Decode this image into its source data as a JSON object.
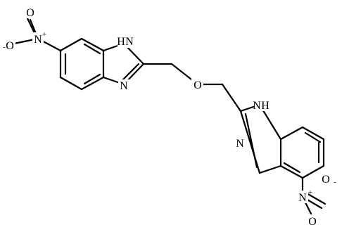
{
  "atom_labels": {
    "nitro_oxygen": "O",
    "nitro_nitrogen": "N",
    "amine": "H",
    "ring_nitrogen": "N",
    "ether_oxygen": "O",
    "negative_charge": "-",
    "positive_charge": "+"
  },
  "colors": {
    "bond": "#000000",
    "text": "#000000",
    "background": "#ffffff"
  }
}
